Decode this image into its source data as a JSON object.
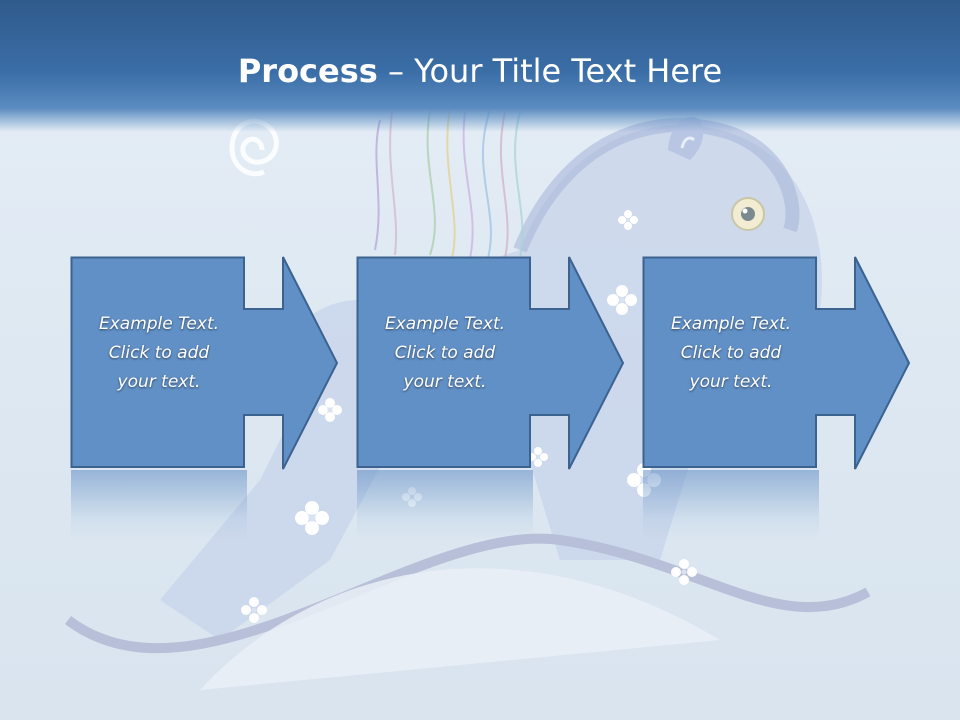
{
  "slide": {
    "title_bold": "Process",
    "title_rest": " – Your Title Text Here"
  },
  "steps": [
    {
      "text": "Example Text.\nClick  to add\nyour text."
    },
    {
      "text": "Example Text.\nClick  to add\nyour text."
    },
    {
      "text": "Example Text.\nClick  to add\nyour text."
    }
  ],
  "colors": {
    "header": "#3b6ea7",
    "box_fill": "#5f8dc4",
    "box_border": "#3a5f8f",
    "background": "#dde8f2"
  }
}
